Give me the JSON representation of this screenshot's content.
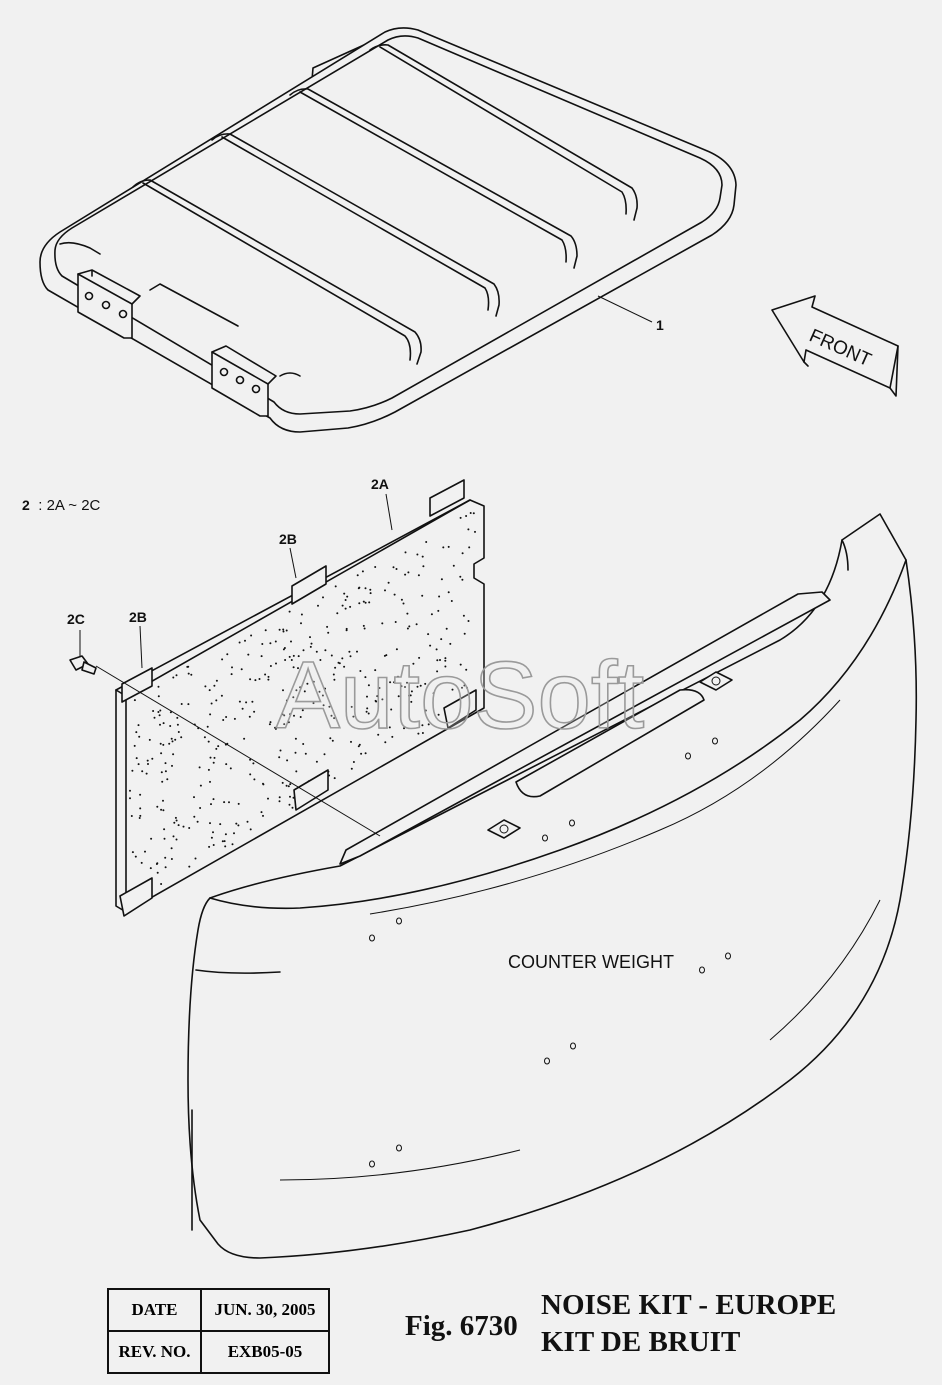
{
  "watermark": "AutoSoft",
  "direction_label": "FRONT",
  "callouts": {
    "part_1": "1",
    "part_2_prefix": "2",
    "part_2_range": ": 2A ~ 2C",
    "part_2a": "2A",
    "part_2b_upper": "2B",
    "part_2b_lower": "2B",
    "part_2c": "2C"
  },
  "component_label": "COUNTER WEIGHT",
  "title_block": {
    "date_label": "DATE",
    "date_value": "JUN. 30, 2005",
    "rev_label": "REV. NO.",
    "rev_value": "EXB05-05"
  },
  "figure": {
    "label": "Fig. 6730",
    "title_en": "NOISE KIT - EUROPE",
    "title_fr": "KIT DE BRUIT"
  },
  "colors": {
    "background": "#f1f1f1",
    "line": "#111111",
    "watermark_outline": "#9a9a9a"
  }
}
